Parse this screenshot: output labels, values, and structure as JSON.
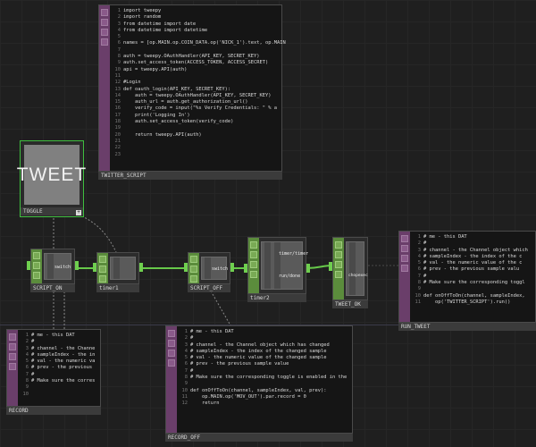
{
  "nodes": {
    "twitter_script": {
      "label": "TWITTER_SCRIPT",
      "line_numbers": [
        "1",
        "2",
        "3",
        "4",
        "5",
        "6",
        "7",
        "8",
        "9",
        "10",
        "11",
        "12",
        "13",
        "14",
        "15",
        "16",
        "17",
        "18",
        "19",
        "20",
        "21",
        "22",
        "23"
      ],
      "lines": [
        "import tweepy",
        "import random",
        "from datetime import date",
        "from datetime import datetime",
        "",
        "names = [op.MAIN.op.COIN_DATA.op('NICK_1').text, op.MAIN",
        "",
        "auth = tweepy.OAuthHandler(API_KEY, SECRET_KEY)",
        "auth.set_access_token(ACCESS_TOKEN, ACCESS_SECRET)",
        "api = tweepy.API(auth)",
        "",
        "#Login",
        "def oauth_login(API_KEY, SECRET_KEY):",
        "    auth = tweepy.OAuthHandler(API_KEY, SECRET_KEY)",
        "    auth_url = auth.get_authorization_url()",
        "    verify_code = input(\"%s Verify Credentials: \" % a",
        "    print('Logging In')",
        "    auth.set_access_token(verify_code)",
        "",
        "    return tweepy.API(auth)",
        "",
        "",
        ""
      ]
    },
    "toggle": {
      "label": "TOGGLE",
      "button_text": "TWEET",
      "corner": "+"
    },
    "script_on": {
      "label": "SCRIPT_ON",
      "inner": "switch"
    },
    "timer1": {
      "label": "timer1"
    },
    "script_off": {
      "label": "SCRIPT_OFF",
      "inner": "switch"
    },
    "timer2": {
      "label": "timer2",
      "inner_top": "timer/timer",
      "inner_bottom": "run/done"
    },
    "tweet_ok": {
      "label": "TWEET_OK",
      "inner": "chopexec"
    },
    "run_tweet": {
      "label": "RUN_TWEET",
      "line_numbers": [
        "1",
        "2",
        "3",
        "4",
        "5",
        "6",
        "7",
        "8",
        "9",
        "10",
        "11"
      ],
      "lines": [
        "# me - this DAT",
        "#",
        "# channel - the Channel object which",
        "# sampleIndex - the index of the c",
        "# val - the numeric value of the c",
        "# prev - the previous sample valu",
        "#",
        "# Make sure the corresponding toggl",
        "",
        "def onOffToOn(channel, sampleIndex,",
        "    op('TWITTER_SCRIPT').run()"
      ]
    },
    "record": {
      "label": "RECORD",
      "line_numbers": [
        "1",
        "2",
        "3",
        "4",
        "5",
        "6",
        "7",
        "8",
        "9",
        "10"
      ],
      "lines": [
        "# me - this DAT",
        "#",
        "# channel - the Channe",
        "# sampleIndex - the in",
        "# val - the numeric va",
        "# prev - the previous",
        "#",
        "# Make sure the corres",
        "",
        ""
      ]
    },
    "record_off": {
      "label": "RECORD_OFF",
      "line_numbers": [
        "1",
        "2",
        "3",
        "4",
        "5",
        "6",
        "7",
        "8",
        "9",
        "10",
        "11",
        "12"
      ],
      "lines": [
        "# me - this DAT",
        "#",
        "# channel - the Channel object which has changed",
        "# sampleIndex - the index of the changed sample",
        "# val - the numeric value of the changed sample",
        "# prev - the previous sample value",
        "#",
        "# Make sure the corresponding toggle is enabled in the",
        "",
        "def onOffToOn(channel, sampleIndex, val, prev):",
        "    op.MAIN.op('MOV_OUT').par.record = 0",
        "    return"
      ]
    }
  },
  "colors": {
    "wire": "#67c94a",
    "dat_gutter": "#6a3e6a",
    "chop_gutter": "#5b8c3c",
    "toggle_border": "#3fbf3f"
  }
}
